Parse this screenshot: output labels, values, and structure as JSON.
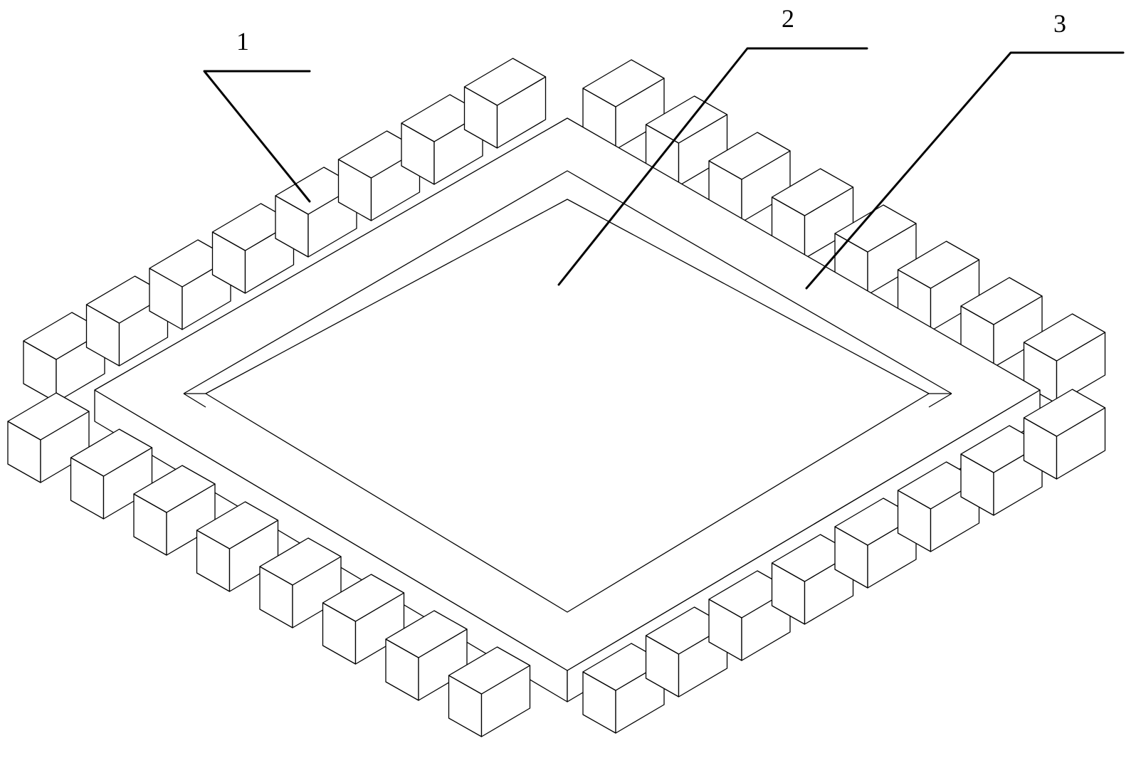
{
  "callouts": [
    {
      "id": "1",
      "label": "1"
    },
    {
      "id": "2",
      "label": "2"
    },
    {
      "id": "3",
      "label": "3"
    }
  ],
  "pins": {
    "per_side": 8
  },
  "colors": {
    "line": "#000000",
    "background": "#ffffff"
  }
}
